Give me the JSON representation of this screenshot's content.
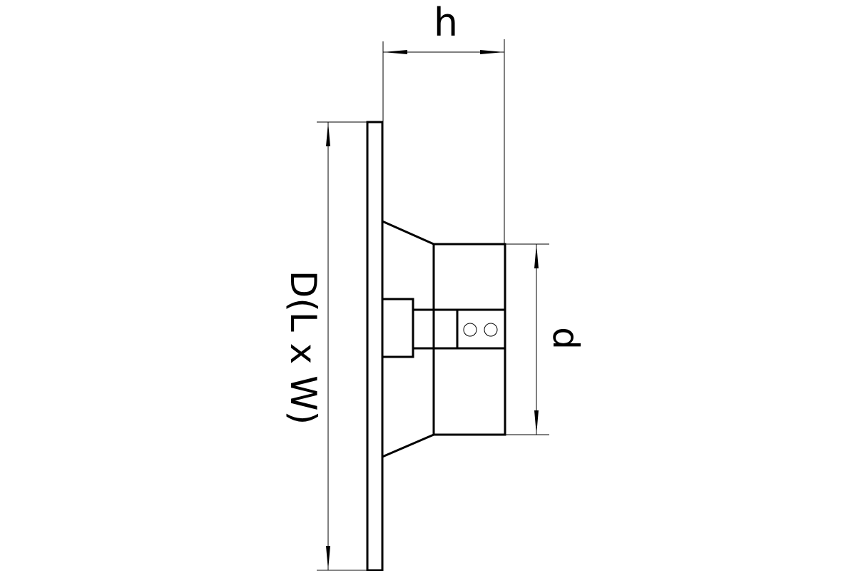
{
  "diagram": {
    "labels": {
      "height": "h",
      "overall_size": "D(L x W)",
      "base_diameter": "d"
    },
    "colors": {
      "stroke": "#000000",
      "background": "#ffffff"
    }
  }
}
